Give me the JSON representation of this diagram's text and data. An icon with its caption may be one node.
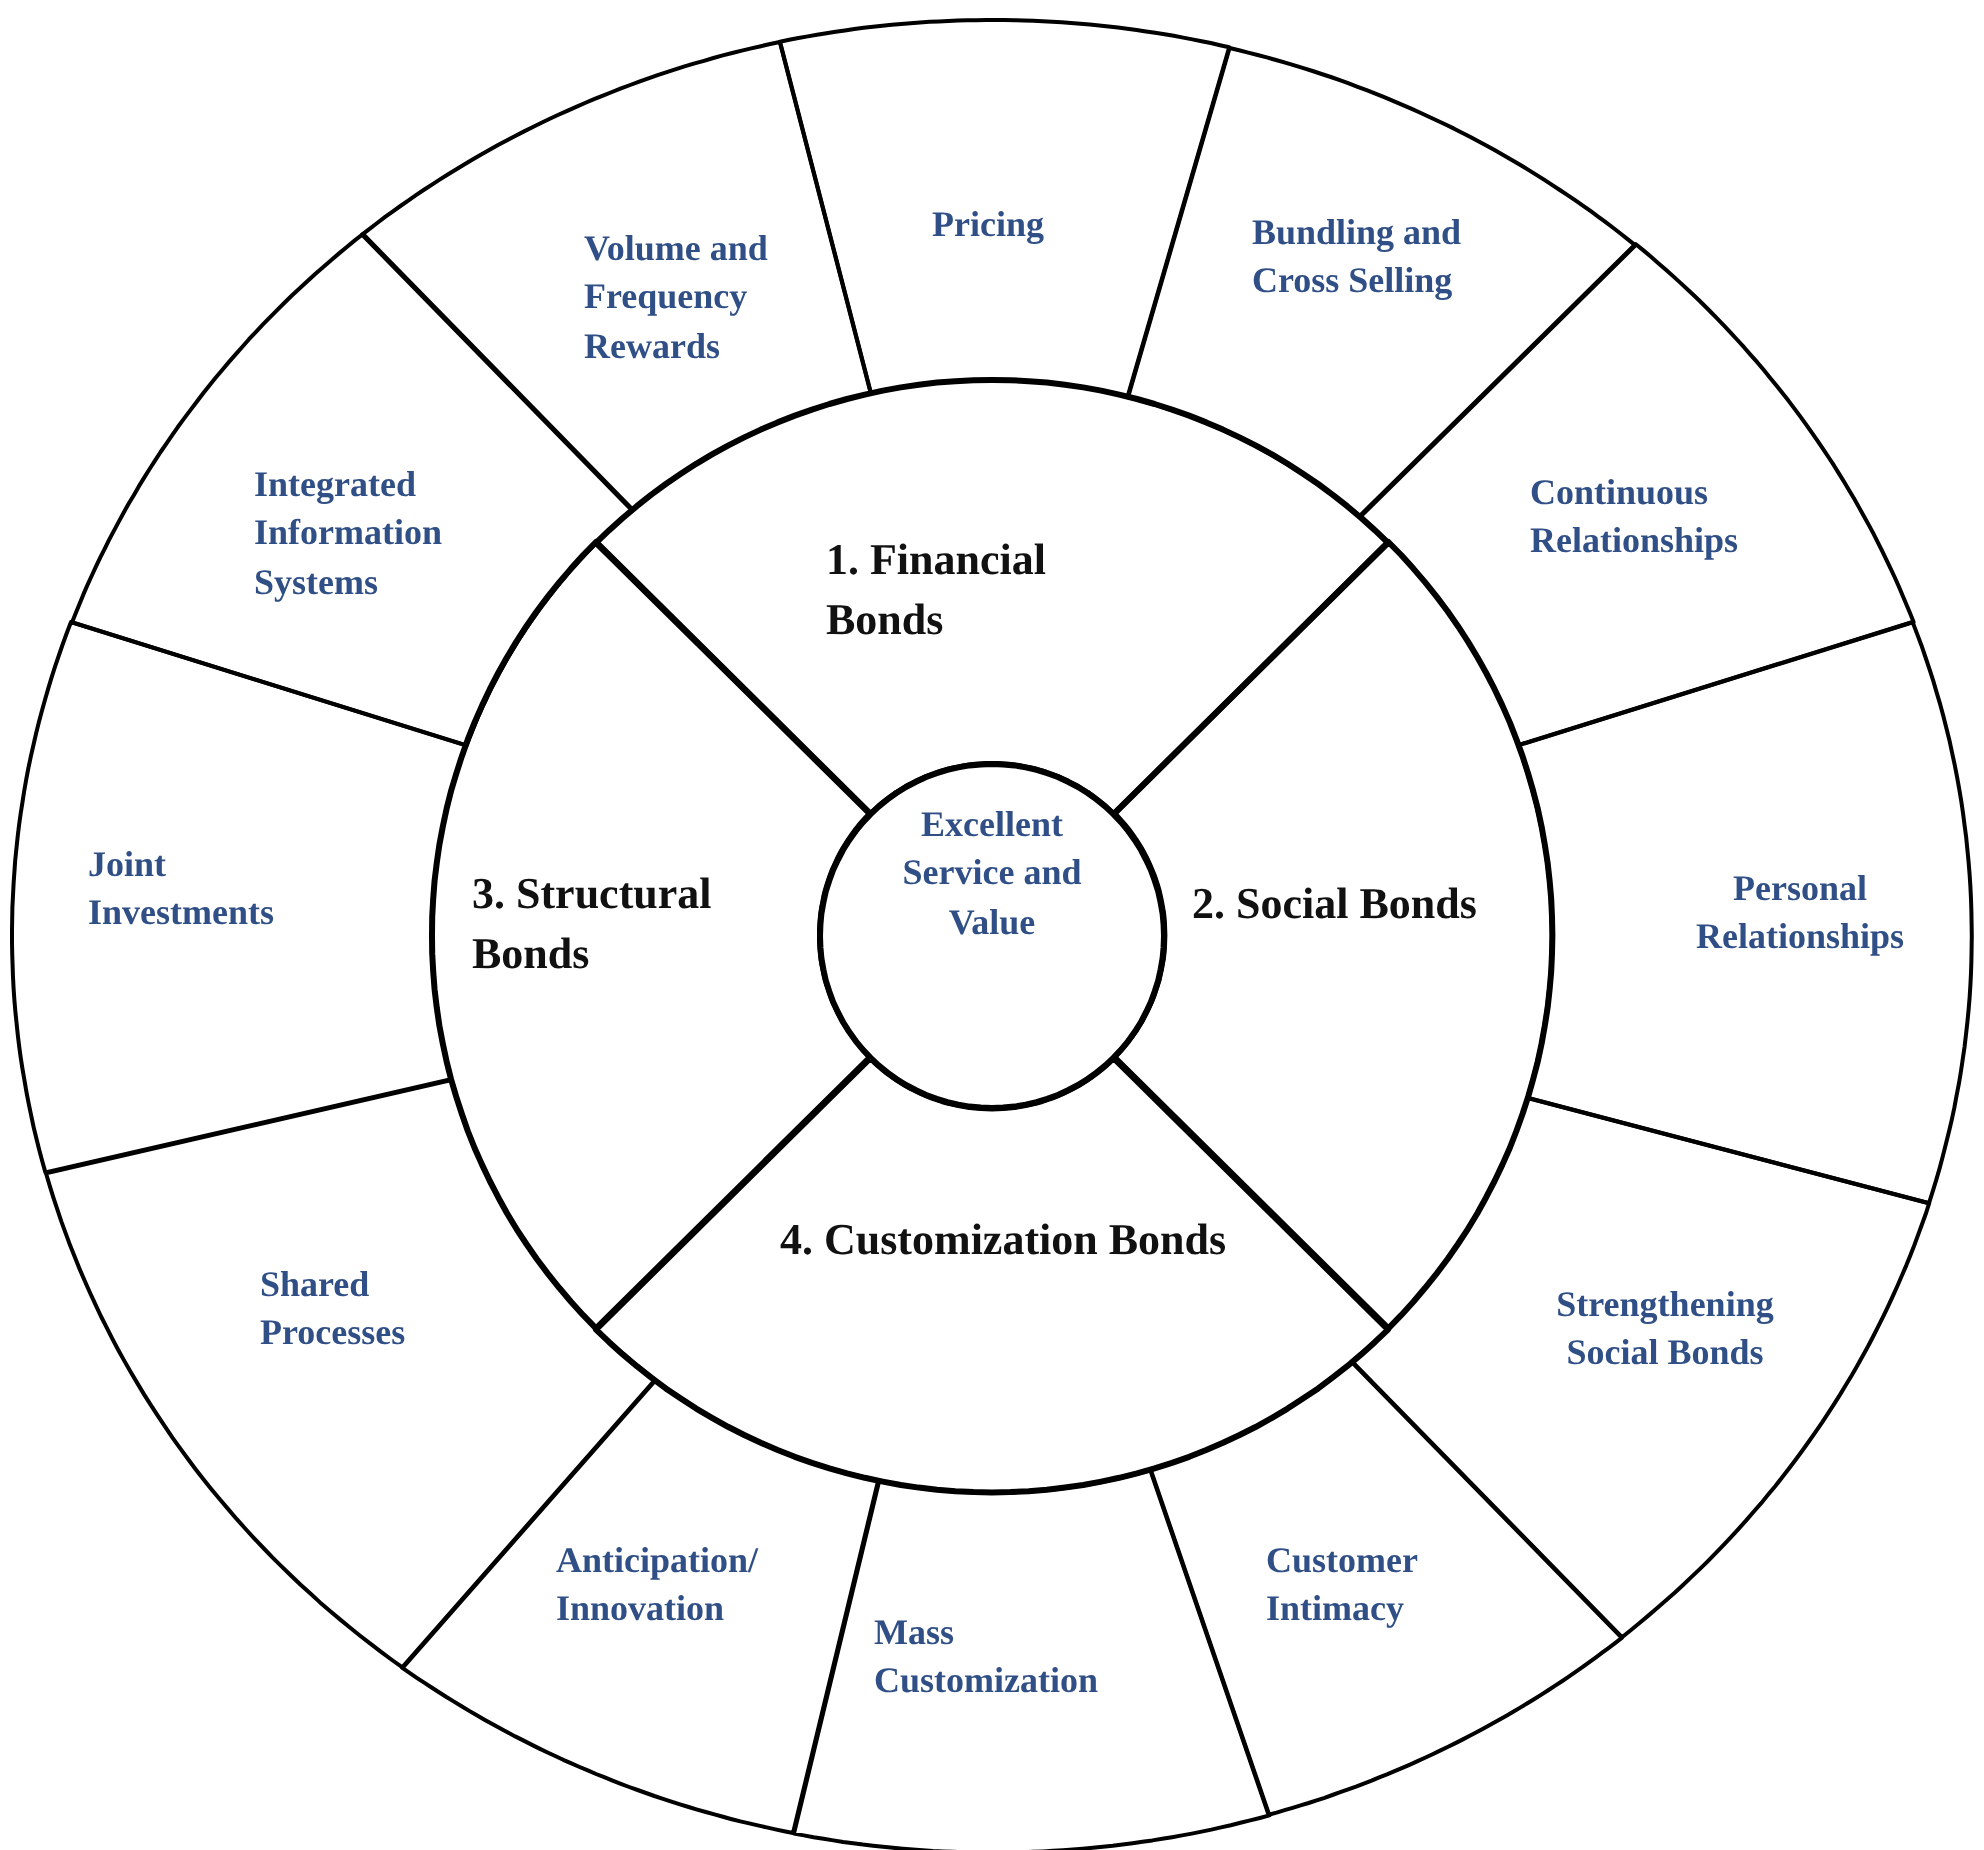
{
  "diagram": {
    "nodes": [
      {
        "text": [
          "Excellent Service and Value"
        ]
      },
      {
        "text": [
          "1. Financial Bonds"
        ]
      },
      {
        "text": [
          "2. Social Bonds"
        ]
      },
      {
        "text": [
          "4. Customization Bonds"
        ]
      },
      {
        "text": [
          "3. Structural Bonds"
        ]
      },
      {
        "text": [
          "Volume and Frequency Rewards"
        ]
      },
      {
        "text": [
          "Pricing"
        ]
      },
      {
        "text": [
          "Bundling and Cross Selling"
        ]
      },
      {
        "text": [
          "Continuous Relationships"
        ]
      },
      {
        "text": [
          "Personal Relationships"
        ]
      },
      {
        "text": [
          "Strengthening Social Bonds"
        ]
      },
      {
        "text": [
          "Customer Intimacy"
        ]
      },
      {
        "text": [
          "Mass Customization"
        ]
      },
      {
        "text": [
          "Anticipation/ Innovation"
        ]
      },
      {
        "text": [
          "Shared Processes"
        ]
      },
      {
        "text": [
          "Joint Investments"
        ]
      },
      {
        "text": [
          "Integrated Information Systems"
        ]
      }
    ],
    "edges": []
  }
}
